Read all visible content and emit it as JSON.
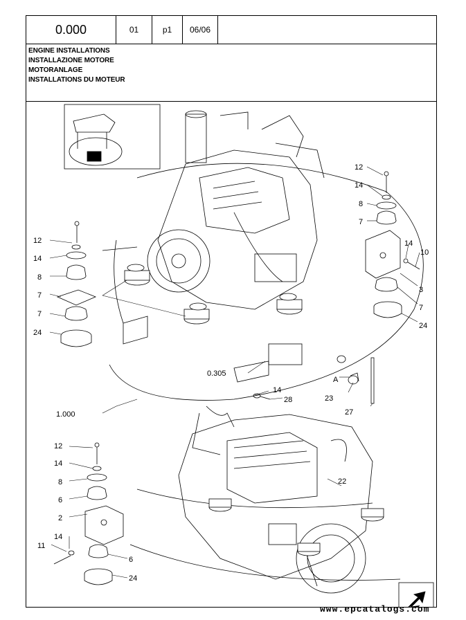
{
  "header": {
    "ref_number": "0.000",
    "section": "01",
    "page": "p1",
    "date": "06/06"
  },
  "titles": [
    "ENGINE INSTALLATIONS",
    "INSTALLAZIONE MOTORE",
    "MOTORANLAGE",
    "INSTALLATIONS  DU MOTEUR"
  ],
  "callouts": {
    "left_stack": [
      "12",
      "14",
      "8",
      "7",
      "7",
      "24"
    ],
    "right_stack": [
      "12",
      "14",
      "8",
      "7",
      "14",
      "10",
      "3",
      "7",
      "24"
    ],
    "bottom_stack": [
      "12",
      "14",
      "8",
      "6",
      "2",
      "14",
      "11",
      "6",
      "24"
    ],
    "center": [
      "0.305",
      "14",
      "28",
      "A",
      "23",
      "27",
      "1.000",
      "22"
    ]
  },
  "watermark": "www.epcatalogs.com"
}
